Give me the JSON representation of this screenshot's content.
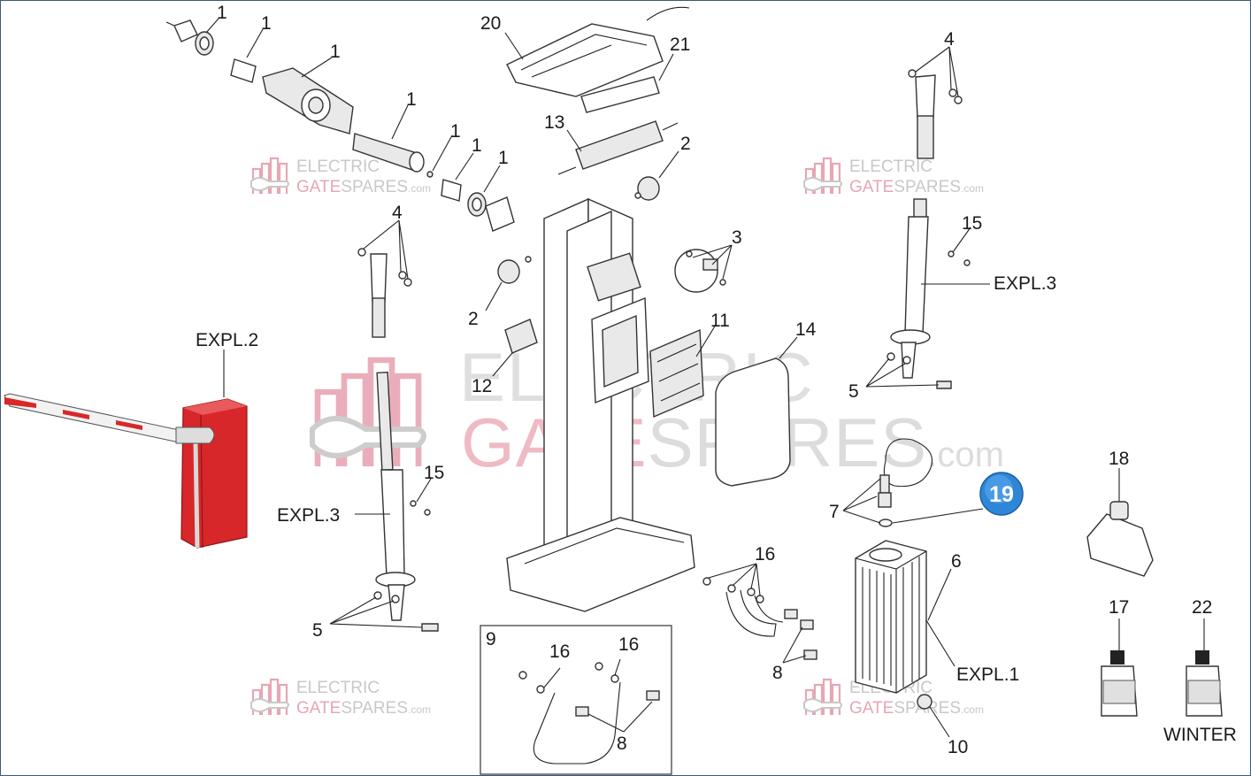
{
  "colors": {
    "frame": "#3d5a78",
    "watermark_pink": "#e8a6b3",
    "watermark_grey": "#cccccc",
    "barrier_red": "#d8272a",
    "badge_blue": "#2f86d6"
  },
  "watermark": {
    "line1": "ELECTRIC",
    "line2_pink": "GATE",
    "line2_grey": "SPARES",
    "suffix": ".com",
    "icon": "gate-logo-icon"
  },
  "labels": {
    "p1a": "1",
    "p1b": "1",
    "p1c": "1",
    "p1d": "1",
    "p1e": "1",
    "p1f": "1",
    "p1g": "1",
    "p20": "20",
    "p21": "21",
    "p13": "13",
    "p2a": "2",
    "p2b": "2",
    "p3": "3",
    "p4a": "4",
    "p4b": "4",
    "p15a": "15",
    "p15b": "15",
    "expl3a": "EXPL.3",
    "expl3b": "EXPL.3",
    "expl2": "EXPL.2",
    "expl1": "EXPL.1",
    "p5a": "5",
    "p5b": "5",
    "p11": "11",
    "p12": "12",
    "p14": "14",
    "p18": "18",
    "p7": "7",
    "p19": "19",
    "p6": "6",
    "p16a": "16",
    "p16b": "16",
    "p16c": "16",
    "p8a": "8",
    "p8b": "8",
    "p9": "9",
    "p10": "10",
    "p17": "17",
    "p22": "22",
    "winter": "WINTER"
  }
}
